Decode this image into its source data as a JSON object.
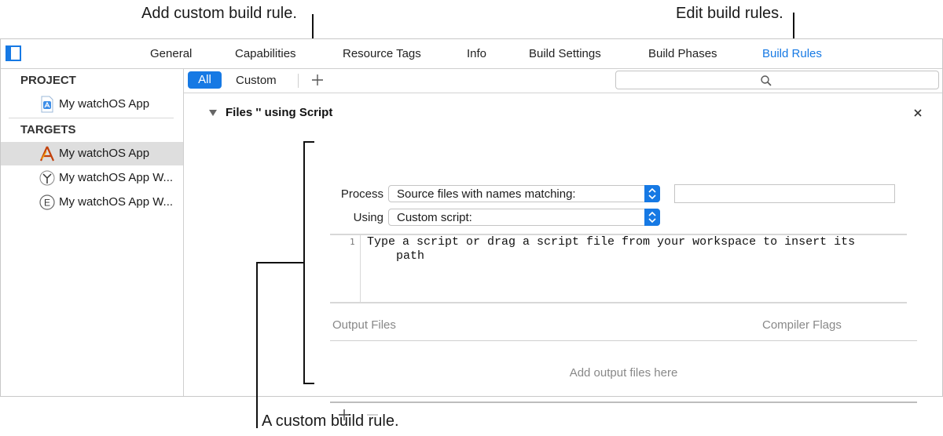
{
  "annotations": {
    "add_rule": "Add custom build rule.",
    "edit_rules": "Edit build rules.",
    "custom_rule": "A custom build rule."
  },
  "tabs": [
    "General",
    "Capabilities",
    "Resource Tags",
    "Info",
    "Build Settings",
    "Build Phases",
    "Build Rules"
  ],
  "active_tab": "Build Rules",
  "sidebar": {
    "project_header": "PROJECT",
    "project_item": "My watchOS App",
    "targets_header": "TARGETS",
    "targets": [
      {
        "label": "My watchOS App",
        "icon": "app-icon",
        "selected": true
      },
      {
        "label": "My watchOS App W...",
        "icon": "watch-app-icon",
        "selected": false
      },
      {
        "label": "My watchOS App W...",
        "icon": "extension-icon",
        "selected": false
      }
    ]
  },
  "filter": {
    "all_label": "All",
    "custom_label": "Custom",
    "add_icon": "plus-icon",
    "search_placeholder": ""
  },
  "rule": {
    "title": "Files '' using Script",
    "process_label": "Process",
    "process_value": "Source files with names matching:",
    "pattern_value": "",
    "using_label": "Using",
    "using_value": "Custom script:",
    "line_number": "1",
    "script_line1": "Type a script or drag a script file from your workspace to insert its",
    "script_line2": "path",
    "output_files_header": "Output Files",
    "compiler_flags_header": "Compiler Flags",
    "output_placeholder": "Add output files here"
  },
  "colors": {
    "accent": "#1679e4",
    "selection": "#dedede"
  }
}
